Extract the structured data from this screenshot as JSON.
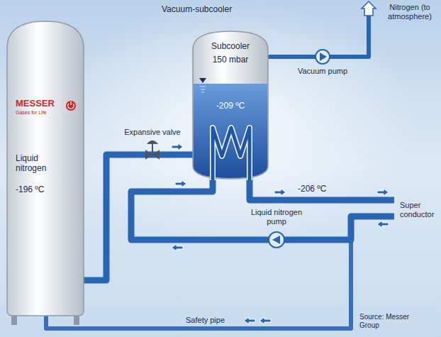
{
  "diagram": {
    "title": "Vacuum-subcooler",
    "nodes": [
      {
        "text": [
          "MESSER",
          "Gases for Life",
          "Liquid nitrogen",
          "-196 ºC"
        ]
      },
      {
        "text": [
          "Subcooler",
          "150 mbar",
          "-209 ºC"
        ]
      }
    ],
    "edges": [
      {
        "from": 0,
        "to": 1,
        "arrow": "none"
      }
    ],
    "labels": [
      "Nitrogen (to atmosphere)",
      "Vacuum pump",
      "Expansive valve",
      "-206 ºC",
      "Super conductor",
      "Liquid nitrogen pump",
      "Safety pipe",
      "Source: Messer Group"
    ]
  }
}
